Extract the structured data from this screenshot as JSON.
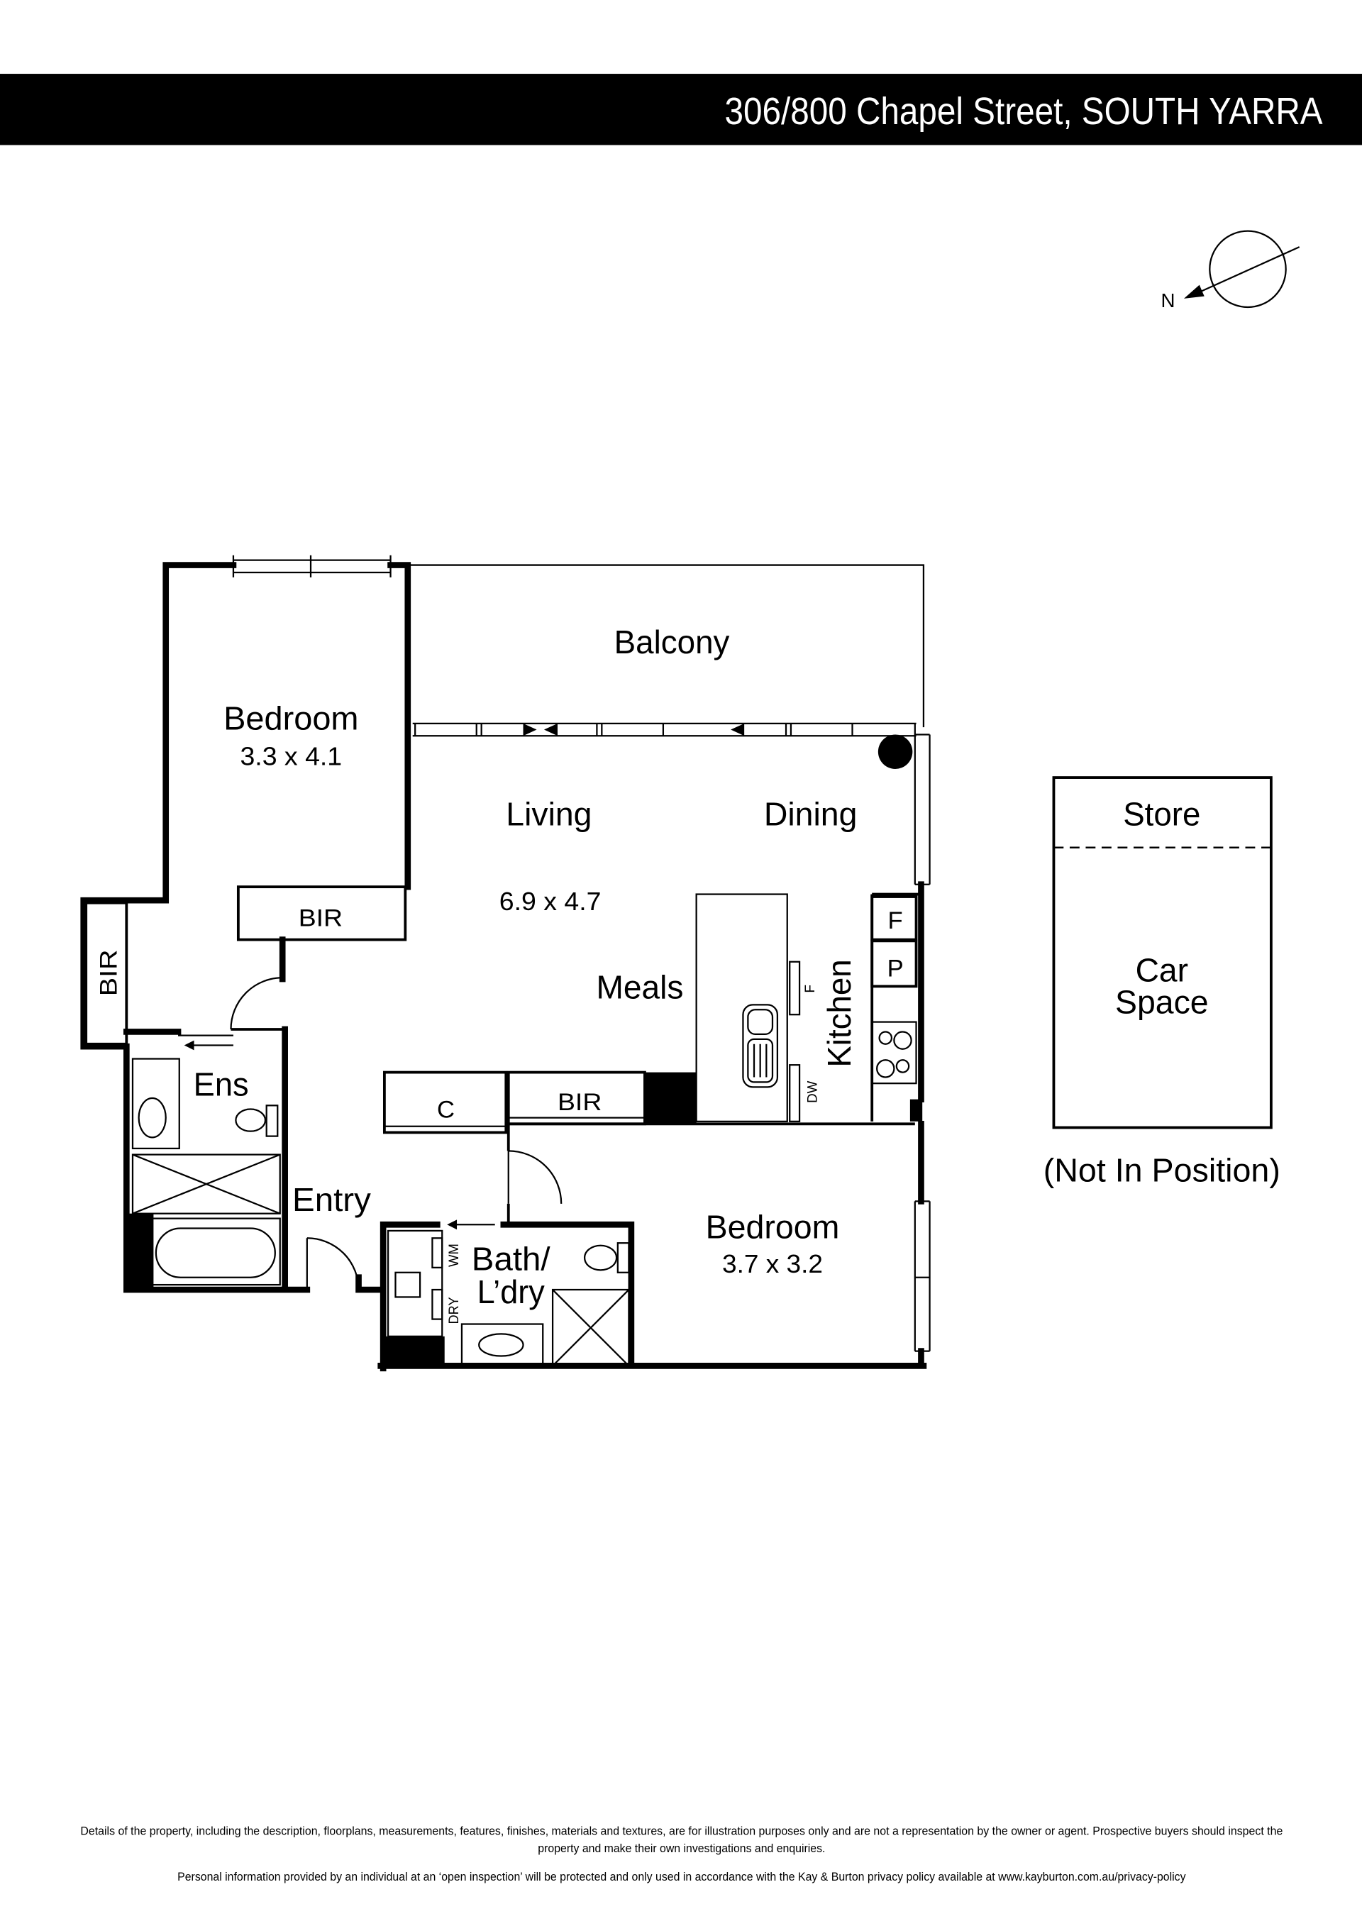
{
  "header": {
    "address": "306/800 Chapel Street, SOUTH YARRA"
  },
  "compass": {
    "label": "N",
    "icon": "north-arrow-icon"
  },
  "plan": {
    "balcony": {
      "label": "Balcony"
    },
    "bedroom_main": {
      "label": "Bedroom",
      "size": "3.3 x 4.1",
      "robe": "BIR",
      "side_robe": "BIR"
    },
    "living": {
      "label": "Living",
      "size": "6.9 x 4.7"
    },
    "dining": {
      "label": "Dining"
    },
    "meals": {
      "label": "Meals"
    },
    "kitchen": {
      "label": "Kitchen",
      "fridge": "F",
      "pantry": "P",
      "island_marker": "F",
      "dishwasher": "DW"
    },
    "ensuite": {
      "label": "Ens"
    },
    "entry": {
      "label": "Entry",
      "cupboard": "C",
      "robe": "BIR"
    },
    "bath_laundry": {
      "label_line1": "Bath/",
      "label_line2": "L’dry",
      "washer": "WM",
      "dryer": "DRY"
    },
    "bedroom_second": {
      "label": "Bedroom",
      "size": "3.7 x 3.2"
    }
  },
  "car_space": {
    "store": "Store",
    "label_line1": "Car",
    "label_line2": "Space",
    "note": "(Not In Position)"
  },
  "disclaimer": {
    "line1": "Details of the property, including the description, floorplans, measurements, features, finishes, materials and textures, are for illustration purposes only and are not a representation by the owner or agent.  Prospective buyers should inspect the",
    "line2": "property and make their own investigations and enquiries.",
    "line3": "Personal information provided by an individual at an ‘open inspection’ will be protected and only used in accordance with the Kay & Burton privacy policy available at www.kayburton.com.au/privacy-policy"
  },
  "colors": {
    "header_bg": "#000000",
    "header_text": "#ffffff",
    "ink": "#000000"
  }
}
